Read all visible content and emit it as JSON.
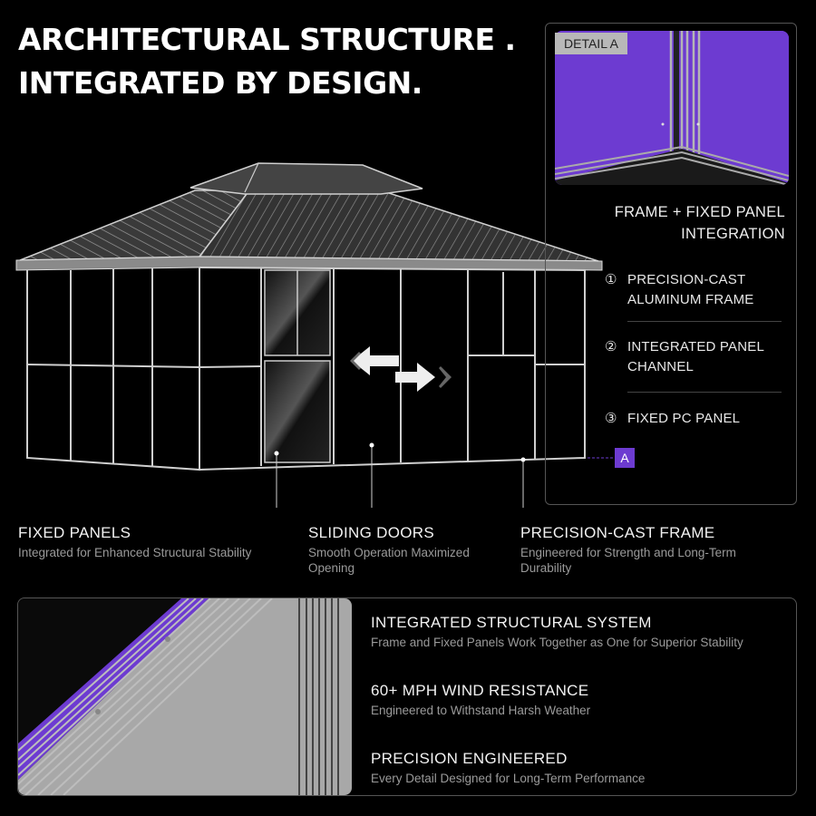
{
  "headline": {
    "line1": "ARCHITECTURAL STRUCTURE .",
    "line2": "INTEGRATED BY DESIGN."
  },
  "callouts": [
    {
      "title": "FIXED PANELS",
      "subtitle": "Integrated for Enhanced Structural Stability"
    },
    {
      "title": "SLIDING DOORS",
      "subtitle": "Smooth Operation Maximized Opening"
    },
    {
      "title": "PRECISION-CAST FRAME",
      "subtitle": "Engineered for Strength and Long-Term Durability"
    }
  ],
  "detail": {
    "tag": "DETAIL A",
    "title": "FRAME + FIXED PANEL INTEGRATION",
    "features": [
      {
        "num": "①",
        "label": "PRECISION-CAST ALUMINUM FRAME"
      },
      {
        "num": "②",
        "label": "INTEGRATED PANEL CHANNEL"
      },
      {
        "num": "③",
        "label": "FIXED PC PANEL"
      }
    ],
    "marker": "A"
  },
  "specs": [
    {
      "title": "INTEGRATED STRUCTURAL SYSTEM",
      "subtitle": "Frame and Fixed Panels Work Together as One for Superior Stability"
    },
    {
      "title": "60+ MPH WIND RESISTANCE",
      "subtitle": "Engineered to Withstand Harsh Weather"
    },
    {
      "title": "PRECISION ENGINEERED",
      "subtitle": "Every Detail Designed for Long-Term Performance"
    }
  ],
  "colors": {
    "accent": "#6d3bd1",
    "background": "#000000",
    "muted_text": "#9a9a9a"
  }
}
